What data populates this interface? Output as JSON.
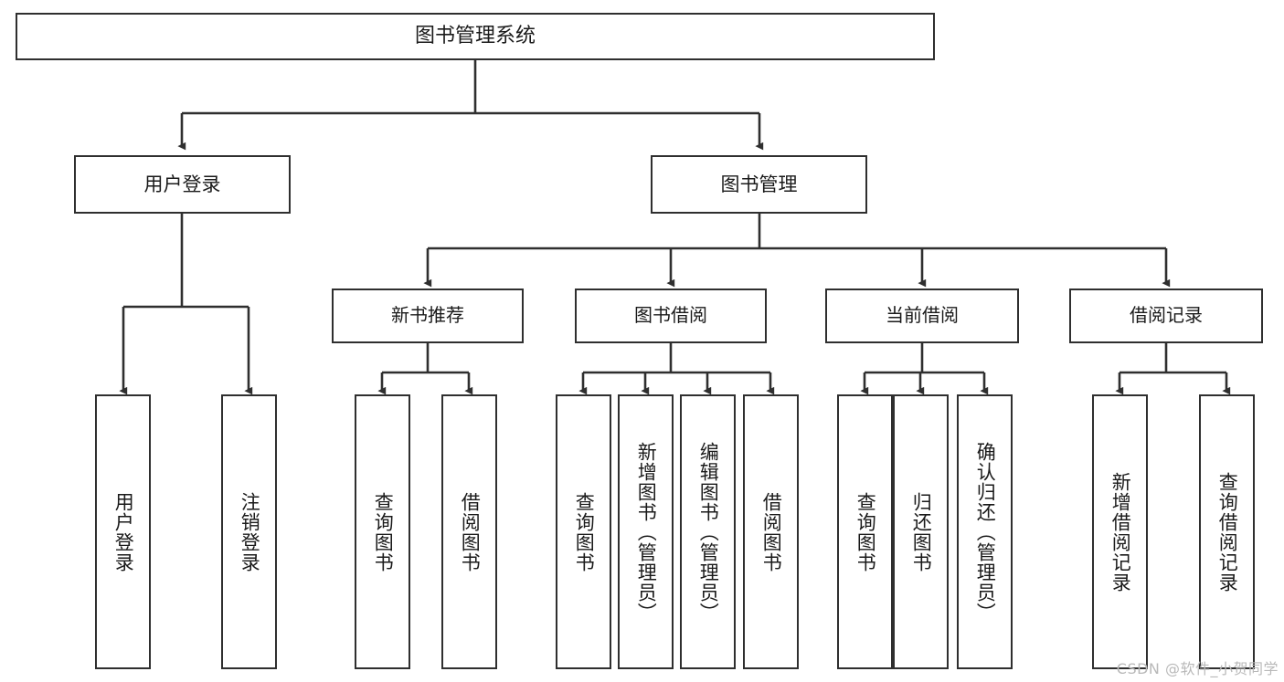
{
  "diagram": {
    "type": "tree-hierarchy",
    "title": "图书管理系统",
    "watermark": "CSDN @软件_小贺同学",
    "colors": {
      "stroke": "#2f2f2f",
      "fill": "#ffffff",
      "text": "#1a1a1a",
      "watermark": "#b9b9b9"
    },
    "nodes": {
      "root": {
        "label": "图书管理系统"
      },
      "level1": [
        {
          "id": "user-login",
          "label": "用户登录"
        },
        {
          "id": "book-management",
          "label": "图书管理"
        }
      ],
      "level2": [
        {
          "id": "new-book-recommend",
          "label": "新书推荐",
          "parent": "book-management"
        },
        {
          "id": "book-borrow",
          "label": "图书借阅",
          "parent": "book-management"
        },
        {
          "id": "current-borrow",
          "label": "当前借阅",
          "parent": "book-management"
        },
        {
          "id": "borrow-record",
          "label": "借阅记录",
          "parent": "book-management"
        }
      ],
      "leaves": [
        {
          "id": "leaf-user-login",
          "label": "用户登录",
          "parent": "user-login"
        },
        {
          "id": "leaf-user-logout",
          "label": "注销登录",
          "parent": "user-login"
        },
        {
          "id": "leaf-query-book-1",
          "label": "查询图书",
          "parent": "new-book-recommend"
        },
        {
          "id": "leaf-borrow-book-1",
          "label": "借阅图书",
          "parent": "new-book-recommend"
        },
        {
          "id": "leaf-query-book-2",
          "label": "查询图书",
          "parent": "book-borrow"
        },
        {
          "id": "leaf-add-book",
          "label": "新增图书（管理员）",
          "parent": "book-borrow"
        },
        {
          "id": "leaf-edit-book",
          "label": "编辑图书（管理员）",
          "parent": "book-borrow"
        },
        {
          "id": "leaf-borrow-book-2",
          "label": "借阅图书",
          "parent": "book-borrow"
        },
        {
          "id": "leaf-query-book-3",
          "label": "查询图书",
          "parent": "current-borrow"
        },
        {
          "id": "leaf-return-book",
          "label": "归还图书",
          "parent": "current-borrow"
        },
        {
          "id": "leaf-confirm-return",
          "label": "确认归还（管理员）",
          "parent": "current-borrow"
        },
        {
          "id": "leaf-add-record",
          "label": "新增借阅记录",
          "parent": "borrow-record"
        },
        {
          "id": "leaf-query-record",
          "label": "查询借阅记录",
          "parent": "borrow-record"
        }
      ]
    }
  }
}
